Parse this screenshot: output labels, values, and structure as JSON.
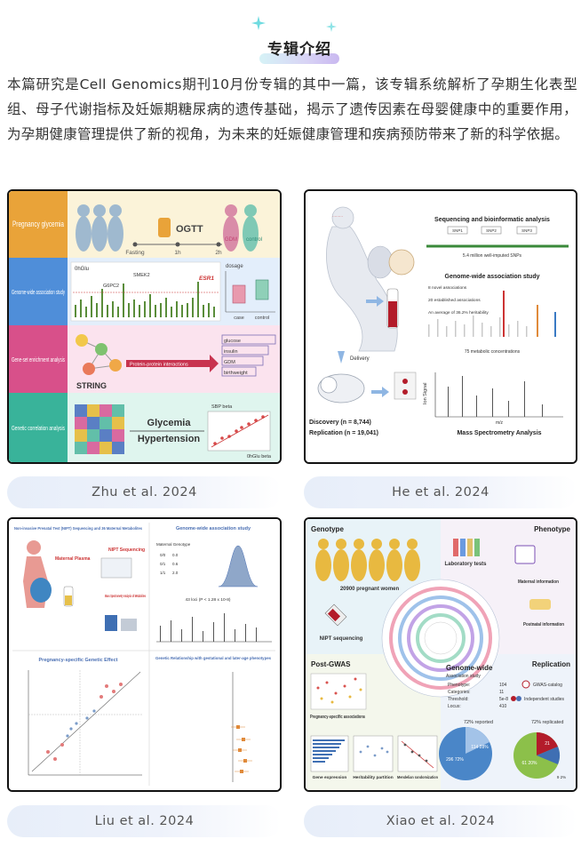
{
  "header": {
    "title": "专辑介绍"
  },
  "intro": {
    "text": "本篇研究是Cell Genomics期刊10月份专辑的其中一篇，该专辑系统解析了孕期生化表型组、母子代谢指标及妊娠期糖尿病的遗传基础，揭示了遗传因素在母婴健康中的重要作用，为孕期健康管理提供了新的视角，为未来的妊娠健康管理和疾病预防带来了新的科学依据。"
  },
  "papers": [
    {
      "caption": "Zhu et al. 2024",
      "figure": {
        "rows": [
          "Pregnancy glycemia",
          "Genome-wide association study",
          "Gene-set enrichment analysis",
          "Genetic correlation analysis"
        ],
        "ogtt": "OGTT",
        "timeline": [
          "Fasting",
          "1h",
          "2h"
        ],
        "groups": [
          "GDM",
          "control"
        ],
        "gwas_label": "0hGlu",
        "gwas_genes": [
          "SMEK2",
          "G6PC2",
          "ESR1"
        ],
        "dosage": "dosage",
        "box_labels": [
          "case",
          "control"
        ],
        "string": "STRING",
        "ppi": "Protein-protein interactions",
        "traits": [
          "glucose",
          "insulin",
          "GDM",
          "birthweight"
        ],
        "corr_words": [
          "Glycemia",
          "Hypertension"
        ],
        "corr_axes": [
          "SBP beta",
          "0hGlu beta"
        ]
      }
    },
    {
      "caption": "He et al. 2024",
      "figure": {
        "title": "Sequencing and bioinformatic analysis",
        "snps": [
          "SNP1",
          "SNP2",
          "SNP3"
        ],
        "snps_note": "5.4 million well-imputed SNPs",
        "gwas_title": "Genome-wide association study",
        "gwas_lines": [
          "8 novel associations",
          "20 established associations",
          "An average of 36.2% heritability"
        ],
        "metabolite_note": "75 metabolic concentrations",
        "delivery": "Delivery",
        "discovery": "Discovery (n = 8,744)",
        "replication": "Replication (n = 19,041)",
        "ms": "Mass Spectrometry Analysis",
        "ion": "Ion Signal",
        "mz": "m/z"
      }
    },
    {
      "caption": "Liu et al. 2024",
      "figure": {
        "left_title": "Non-invasive Prenatal Test (NIPT) Sequencing and 36 Maternal Metabolites",
        "right_title": "Genome-wide association study",
        "plasma": "Maternal Plasma",
        "nipt": "NIPT Sequencing",
        "ms": "Mass Spectrometry Analysis of Metabolites",
        "effect_title": "Pregnancy-specific Genetic Effect",
        "relationship_title": "Genetic Relationship with gestational and later-age phenotypes",
        "loci": "43 loci (P < 1.28 x 10-8)"
      }
    },
    {
      "caption": "Xiao et al. 2024",
      "figure": {
        "genotype": "Genotype",
        "phenotype": "Phenotype",
        "women": "20900 pregnant women",
        "lab": "Laboratory tests",
        "maternal": "Maternal information",
        "postnatal": "Postnatal information",
        "nipt": "NIPT sequencing",
        "post_gwas": "Post-GWAS",
        "replication": "Replication",
        "gw_title": "Genome-wide",
        "gw_subtitle": "Association study",
        "stats": [
          {
            "label": "Phenotype:",
            "value": "104"
          },
          {
            "label": "Categories:",
            "value": "11"
          },
          {
            "label": "Threshold:",
            "value": "5e-8"
          },
          {
            "label": "Locus:",
            "value": "410"
          }
        ],
        "psa": "Pregnancy-specific associations",
        "gwas_catalog": "GWAS-catalog",
        "independent": "Independent studies",
        "reported": "72% reported",
        "replicated": "72% replicated",
        "pie1": [
          "296 72%",
          "114 28%"
        ],
        "pie2": [
          "61 20%",
          "21",
          "9 2%"
        ],
        "bottom": [
          "Gene expression",
          "Heritability partition",
          "Mendelian randomization"
        ]
      }
    }
  ]
}
